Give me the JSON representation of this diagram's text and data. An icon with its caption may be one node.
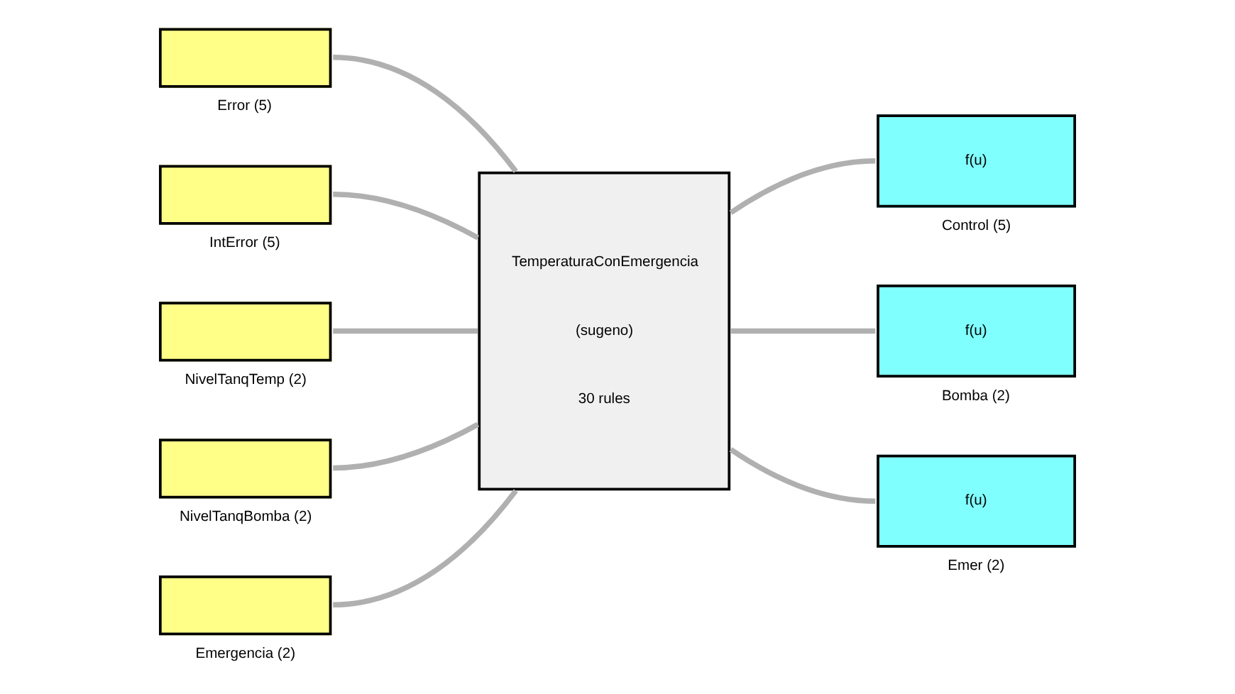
{
  "diagram": {
    "nodes": [
      {
        "text": [
          "Error (5)"
        ]
      },
      {
        "text": [
          "IntError (5)"
        ]
      },
      {
        "text": [
          "NivelTanqTemp (2)"
        ]
      },
      {
        "text": [
          "NivelTanqBomba (2)"
        ]
      },
      {
        "text": [
          "Emergencia (2)"
        ]
      },
      {
        "text": [
          "TemperaturaConEmergencia",
          "(sugeno)",
          "30 rules"
        ]
      },
      {
        "text": [
          "f(u)",
          "Control (5)"
        ]
      },
      {
        "text": [
          "f(u)",
          "Bomba (2)"
        ]
      },
      {
        "text": [
          "f(u)",
          "Emer (2)"
        ]
      }
    ],
    "edges": [
      {
        "from": 0,
        "to": 5,
        "arrow": "none"
      },
      {
        "from": 1,
        "to": 5,
        "arrow": "none"
      },
      {
        "from": 2,
        "to": 5,
        "arrow": "none"
      },
      {
        "from": 3,
        "to": 5,
        "arrow": "none"
      },
      {
        "from": 4,
        "to": 5,
        "arrow": "none"
      },
      {
        "from": 5,
        "to": 6,
        "arrow": "none"
      },
      {
        "from": 5,
        "to": 7,
        "arrow": "none"
      },
      {
        "from": 5,
        "to": 8,
        "arrow": "none"
      }
    ]
  }
}
